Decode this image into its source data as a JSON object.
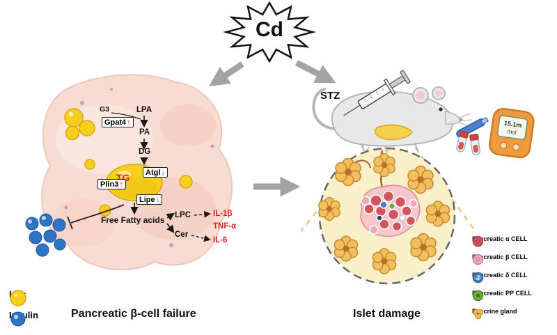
{
  "burst": {
    "label": "Cd"
  },
  "right_panel": {
    "stz_label": "STZ",
    "glucometer": {
      "value": "15.1m",
      "unit": "mol"
    }
  },
  "pathway": {
    "g3": "G3",
    "lpa": "LPA",
    "pa": "PA",
    "dg": "DG",
    "tg": "TG",
    "enzymes": {
      "gpat4": {
        "name": "Gpat4",
        "dir": "↑"
      },
      "atgl": {
        "name": "Atgl",
        "dir": "↓"
      },
      "plin3": {
        "name": "Plin3",
        "dir": "↑"
      },
      "lipe": {
        "name": "Lipe",
        "dir": "↓"
      }
    },
    "ffa": "Free Fatty acids",
    "lpc": "LPC",
    "cer": "Cer",
    "cytokines": {
      "il1b": "IL-1β",
      "tnfa": "TNF-α",
      "il6": "IL-6"
    }
  },
  "legend_left": {
    "lds": "LDs",
    "insulin": "Insulin"
  },
  "captions": {
    "left": "Pancreatic β-cell failure",
    "right": "Islet damage"
  },
  "legend_right": {
    "items": [
      {
        "label": "Pancreatic α CELL",
        "color": "#d4545e"
      },
      {
        "label": "Pancreatic β CELL",
        "color": "#f3a8b8"
      },
      {
        "label": "Pancreatic δ CELL",
        "color": "#4a7fc1"
      },
      {
        "label": "Pancreatic PP CELL",
        "color": "#6fae3e"
      },
      {
        "label": "Exocrine gland",
        "color": "#eec063"
      }
    ]
  },
  "colors": {
    "upregulated": "#e02020",
    "downregulated": "#1faa30",
    "lipid_droplet": "#f6cf1e",
    "insulin_granule": "#2f74c4"
  }
}
